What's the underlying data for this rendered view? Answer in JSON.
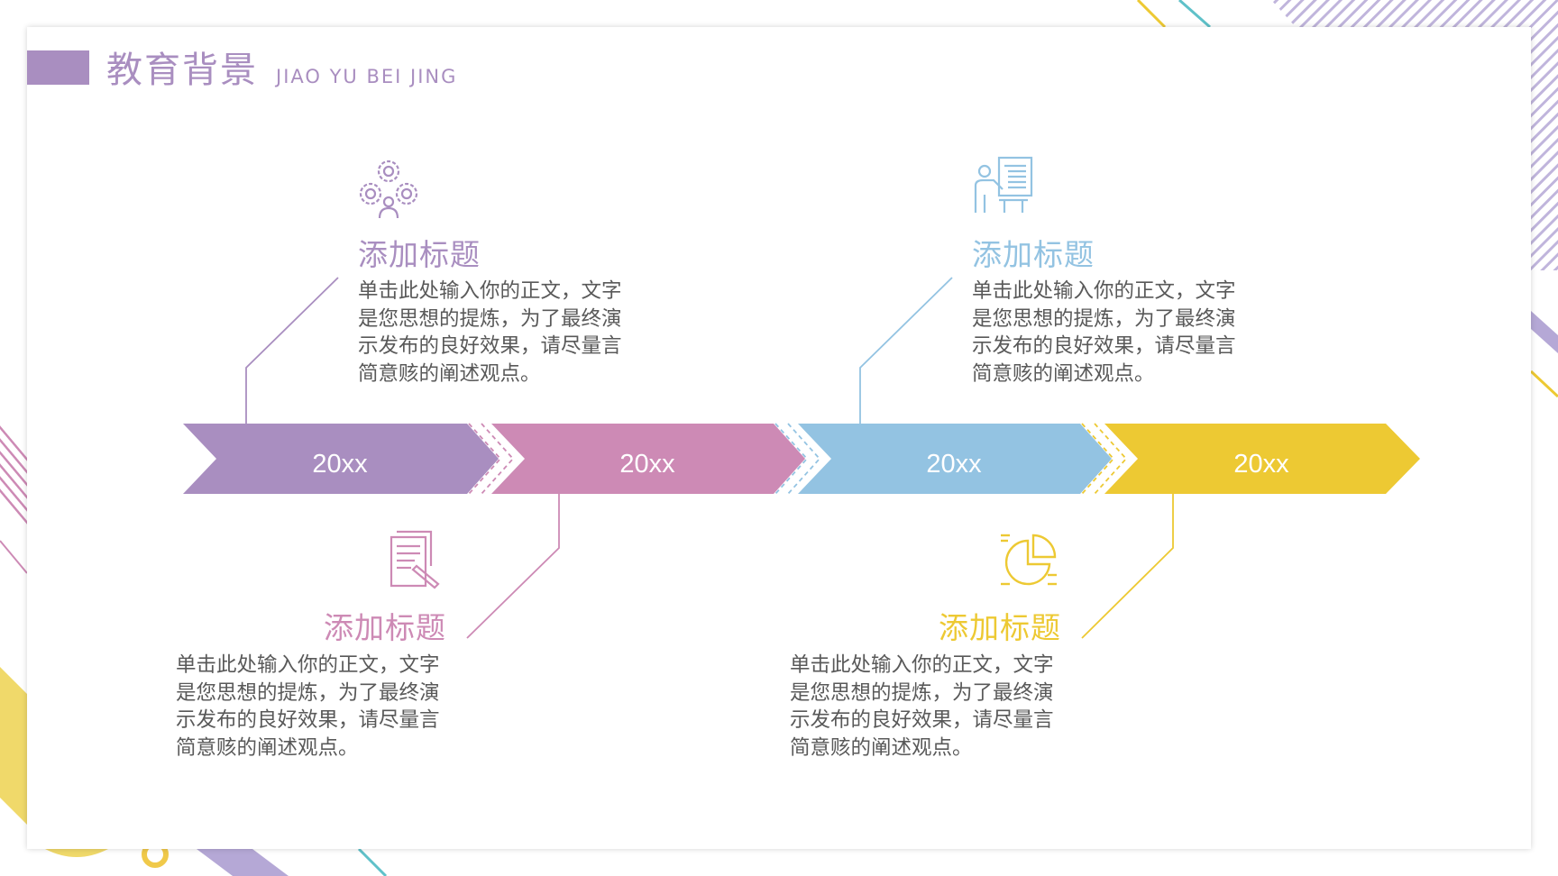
{
  "header": {
    "title": "教育背景",
    "subtitle": "JIAO YU BEI JING"
  },
  "colors": {
    "purple": "#a98ec0",
    "pink": "#cd8ab5",
    "blue": "#93c3e2",
    "yellow": "#edc933",
    "text": "#595959"
  },
  "timeline": [
    {
      "year": "20xx",
      "color": "#a98ec0"
    },
    {
      "year": "20xx",
      "color": "#cd8ab5"
    },
    {
      "year": "20xx",
      "color": "#93c3e2"
    },
    {
      "year": "20xx",
      "color": "#edc933"
    }
  ],
  "items": [
    {
      "icon": "gears-team-icon",
      "title": "添加标题",
      "body": "单击此处输入你的正文，文字是您思想的提炼，为了最终演示发布的良好效果，请尽量言简意赅的阐述观点。"
    },
    {
      "icon": "document-pen-icon",
      "title": "添加标题",
      "body": "单击此处输入你的正文，文字是您思想的提炼，为了最终演示发布的良好效果，请尽量言简意赅的阐述观点。"
    },
    {
      "icon": "presentation-board-icon",
      "title": "添加标题",
      "body": "单击此处输入你的正文，文字是您思想的提炼，为了最终演示发布的良好效果，请尽量言简意赅的阐述观点。"
    },
    {
      "icon": "pie-chart-icon",
      "title": "添加标题",
      "body": "单击此处输入你的正文，文字是您思想的提炼，为了最终演示发布的良好效果，请尽量言简意赅的阐述观点。"
    }
  ]
}
